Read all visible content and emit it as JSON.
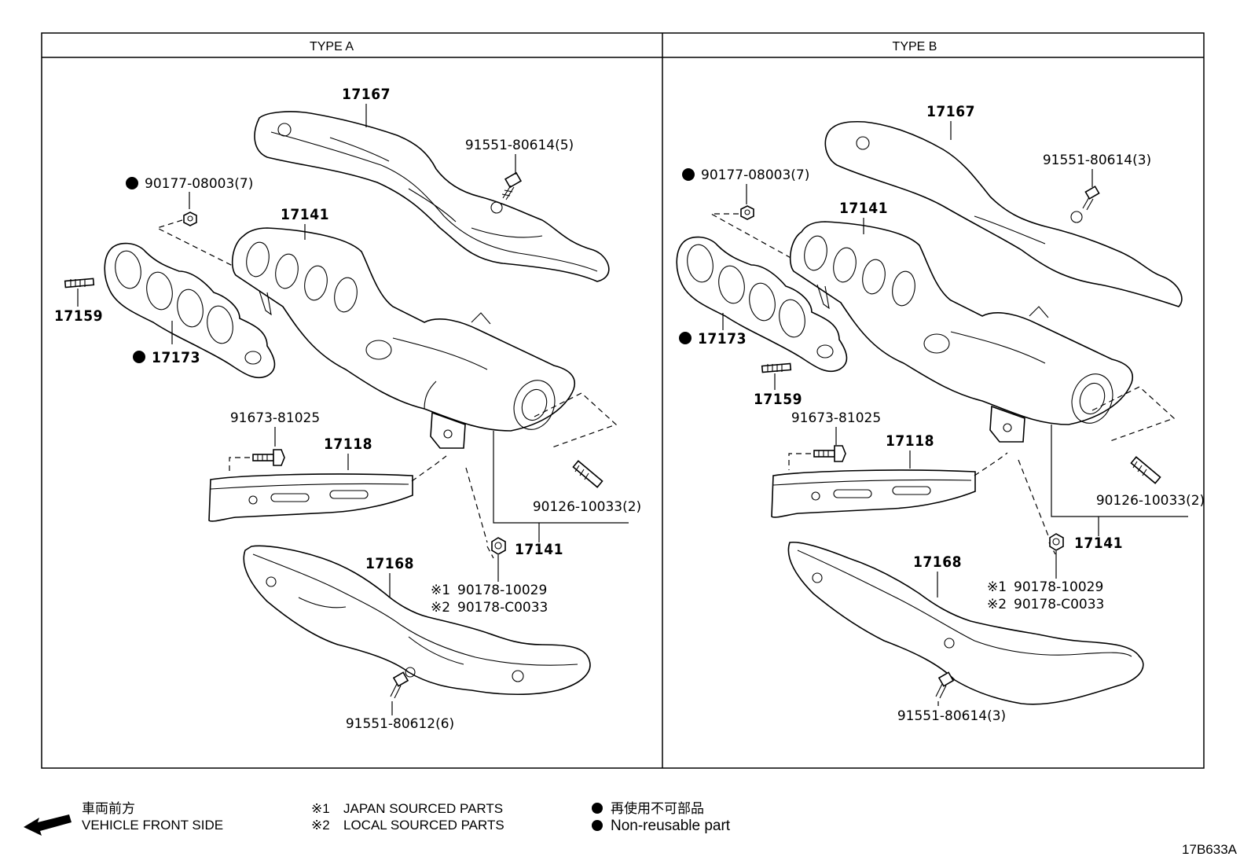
{
  "panels": {
    "type_a": {
      "title": "TYPE A"
    },
    "type_b": {
      "title": "TYPE B"
    }
  },
  "type_a": {
    "heat_insulator_upper": "17167",
    "manifold": "17141",
    "manifold_lower_ref": "17141",
    "gasket": "17173",
    "stud": "17159",
    "stay": "17118",
    "heat_insulator_lower": "17168",
    "bolt_upper": "91551-80614(5)",
    "nut_manifold": "90177-08003(7)",
    "bolt_stay": "91673-81025",
    "stud_outlet": "90126-10033(2)",
    "nut_j_prefix": "※1",
    "nut_j": "90178-10029",
    "nut_l_prefix": "※2",
    "nut_l": "90178-C0033",
    "bolt_lower": "91551-80612(6)"
  },
  "type_b": {
    "heat_insulator_upper": "17167",
    "manifold": "17141",
    "manifold_lower_ref": "17141",
    "gasket": "17173",
    "stud": "17159",
    "stay": "17118",
    "heat_insulator_lower": "17168",
    "bolt_upper": "91551-80614(3)",
    "nut_manifold": "90177-08003(7)",
    "bolt_stay": "91673-81025",
    "stud_outlet": "90126-10033(2)",
    "nut_j_prefix": "※1",
    "nut_j": "90178-10029",
    "nut_l_prefix": "※2",
    "nut_l": "90178-C0033",
    "bolt_lower": "91551-80614(3)"
  },
  "legend": {
    "front_jp": "車両前方",
    "front_en": "VEHICLE FRONT SIDE",
    "note1_mark": "※1",
    "note1_text": "JAPAN SOURCED PARTS",
    "note2_mark": "※2",
    "note2_text": "LOCAL SOURCED PARTS",
    "nonreuse_jp": "再使用不可部品",
    "nonreuse_en": "Non-reusable part"
  },
  "figure_id": "17B633A",
  "colors": {
    "line": "#000000",
    "background": "#ffffff"
  }
}
